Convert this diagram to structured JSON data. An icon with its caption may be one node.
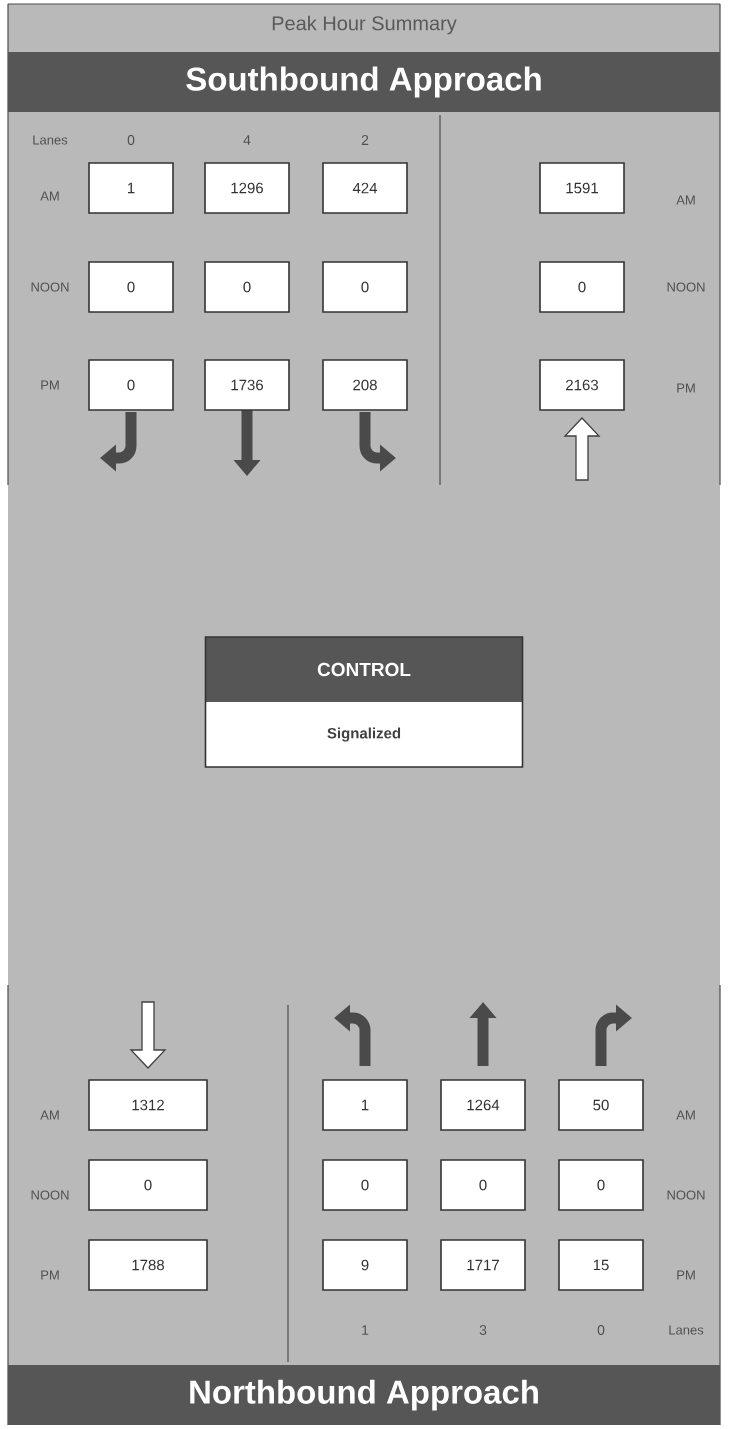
{
  "diagram": {
    "title": "Peak Hour Summary",
    "nodes": [
      {
        "text": [
          "Southbound Approach"
        ]
      },
      {
        "text": [
          "1"
        ]
      },
      {
        "text": [
          "1296"
        ]
      },
      {
        "text": [
          "424"
        ]
      },
      {
        "text": [
          "1591"
        ]
      },
      {
        "text": [
          "0"
        ]
      },
      {
        "text": [
          "0"
        ]
      },
      {
        "text": [
          "0"
        ]
      },
      {
        "text": [
          "0"
        ]
      },
      {
        "text": [
          "0"
        ]
      },
      {
        "text": [
          "1736"
        ]
      },
      {
        "text": [
          "208"
        ]
      },
      {
        "text": [
          "2163"
        ]
      },
      {
        "text": [
          "CONTROL",
          "Signalized"
        ]
      },
      {
        "text": [
          "1312"
        ]
      },
      {
        "text": [
          "1"
        ]
      },
      {
        "text": [
          "1264"
        ]
      },
      {
        "text": [
          "50"
        ]
      },
      {
        "text": [
          "0"
        ]
      },
      {
        "text": [
          "0"
        ]
      },
      {
        "text": [
          "0"
        ]
      },
      {
        "text": [
          "0"
        ]
      },
      {
        "text": [
          "1788"
        ]
      },
      {
        "text": [
          "9"
        ]
      },
      {
        "text": [
          "1717"
        ]
      },
      {
        "text": [
          "15"
        ]
      },
      {
        "text": [
          "Northbound Approach"
        ]
      }
    ],
    "labels": [
      "Lanes",
      "0",
      "4",
      "2",
      "AM",
      "AM",
      "NOON",
      "NOON",
      "PM",
      "PM",
      "AM",
      "AM",
      "NOON",
      "NOON",
      "PM",
      "PM",
      "1",
      "3",
      "0",
      "Lanes"
    ]
  }
}
